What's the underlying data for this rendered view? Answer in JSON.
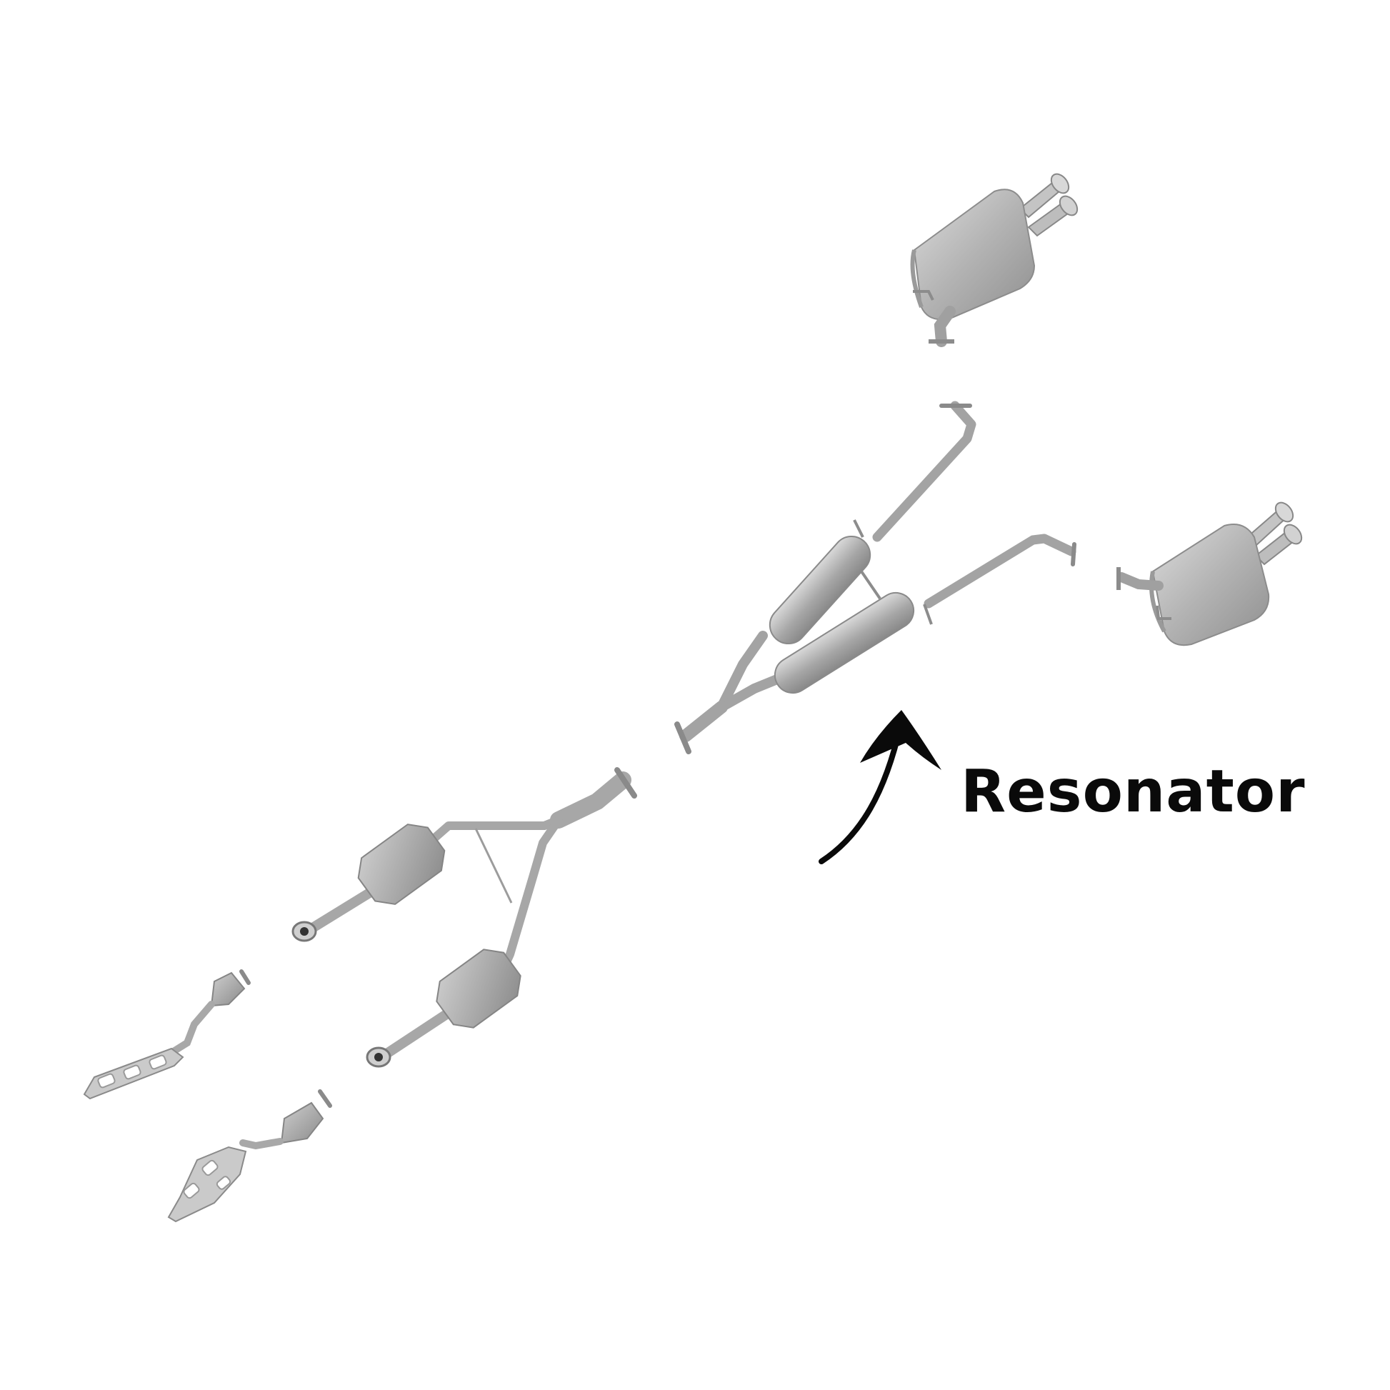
{
  "callout": {
    "label": "Resonator"
  },
  "colors": {
    "metal_light": "#d6d6d6",
    "metal_mid": "#a9a9a9",
    "metal_dark": "#7d7d7d",
    "outline": "#8c8c8c",
    "arrow": "#0a0a0a",
    "background": "#ffffff"
  },
  "parts": [
    "upper-rear-muffler",
    "lower-rear-muffler",
    "dual-resonator-midpipe",
    "y-pipe-catalytic-assembly",
    "left-exhaust-manifold",
    "right-exhaust-manifold"
  ]
}
